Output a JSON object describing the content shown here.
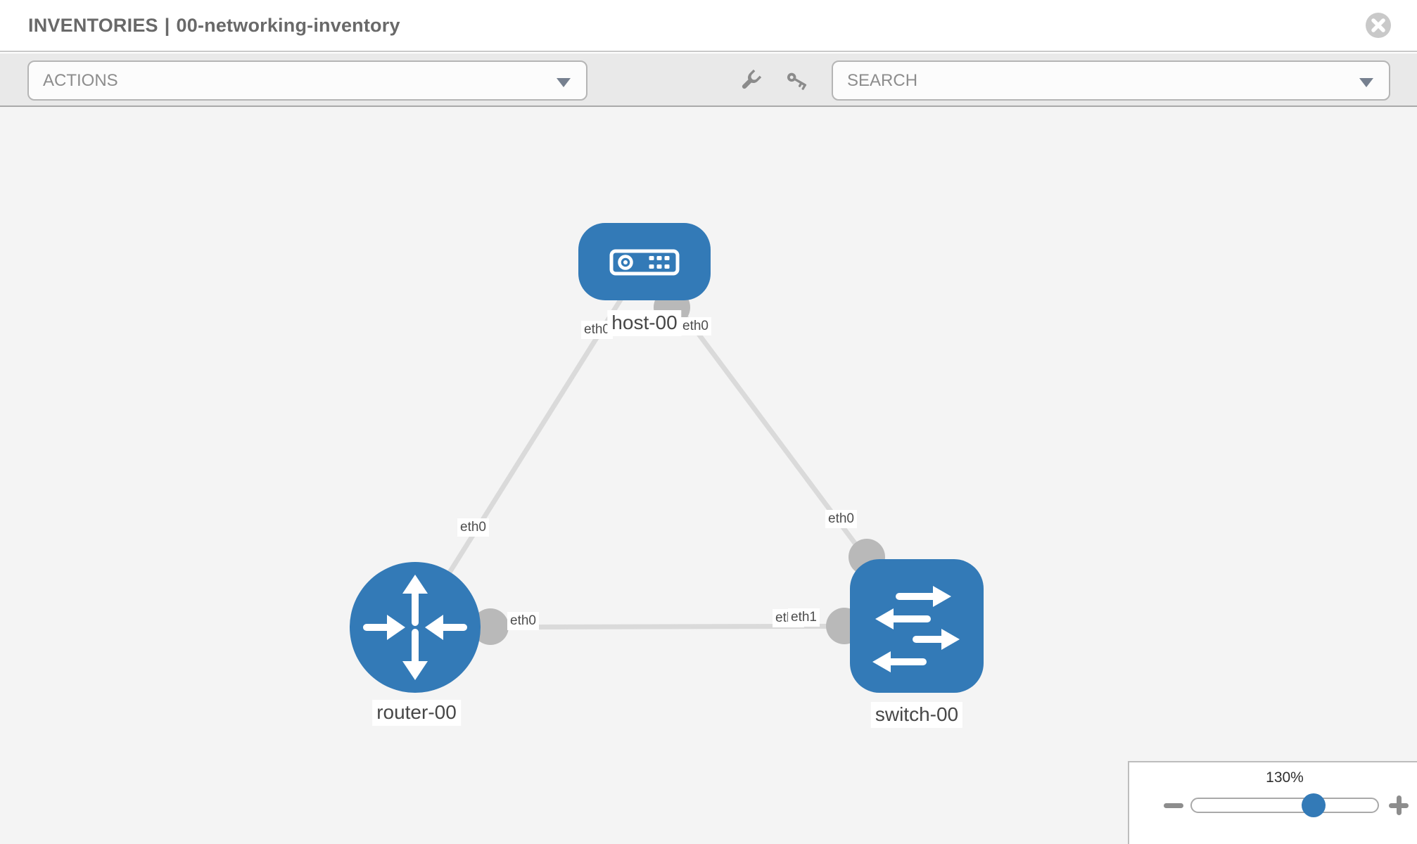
{
  "header": {
    "section": "INVENTORIES",
    "separator": "|",
    "inventory_name": "00-networking-inventory"
  },
  "toolbar": {
    "actions_label": "ACTIONS",
    "search_placeholder": "SEARCH",
    "icons": [
      "wrench-icon",
      "key-icon"
    ]
  },
  "labels": {
    "host": "host-00",
    "router": "router-00",
    "switch": "switch-00",
    "if_host_left": "eth0",
    "if_host_right": "eth0",
    "if_host_router_mid": "eth0",
    "if_switch_top": "eth0",
    "if_router_right": "eth0",
    "if_switch_back": "eth0",
    "if_switch_front": "eth1"
  },
  "topology": {
    "nodes": [
      {
        "name": "host-00",
        "type": "host"
      },
      {
        "name": "router-00",
        "type": "router"
      },
      {
        "name": "switch-00",
        "type": "switch"
      }
    ],
    "links": [
      {
        "from": "host-00",
        "from_interface": "eth0",
        "to": "router-00",
        "to_interface": "eth0"
      },
      {
        "from": "host-00",
        "from_interface": "eth0",
        "to": "switch-00",
        "to_interface": "eth0"
      },
      {
        "from": "router-00",
        "from_interface": "eth0",
        "to": "switch-00",
        "to_interface": "eth1"
      }
    ]
  },
  "zoom_control": {
    "level": "130%"
  },
  "colors": {
    "node_blue": "#337ab7",
    "link_gray": "#dadada",
    "connector_gray": "#b9b9b9",
    "toolbar_gray": "#e9e9e9",
    "canvas_gray": "#f4f4f4"
  }
}
